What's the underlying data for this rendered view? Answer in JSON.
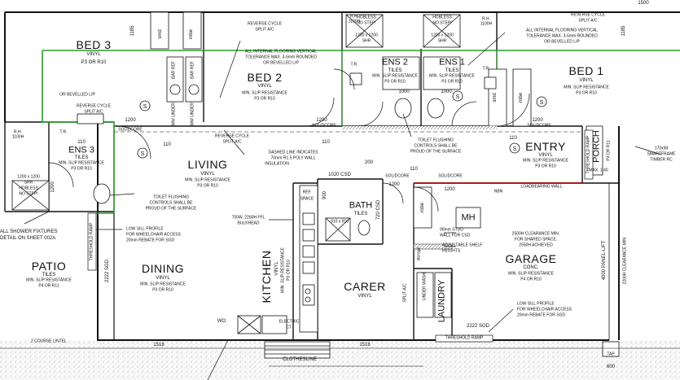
{
  "rooms": {
    "bed3": {
      "name": "BED 3",
      "floor": "VINYL",
      "spec": "P3 OR R10"
    },
    "bed2": {
      "name": "BED 2",
      "floor": "VINYL",
      "spec1": "MIN. SLIP RESISTANCE",
      "spec2": "P3 OR R10"
    },
    "bed1": {
      "name": "BED 1",
      "floor": "VINYL",
      "spec1": "MIN. SLIP RESISTANCE",
      "spec2": "P3 OR R10"
    },
    "ens2": {
      "name": "ENS 2",
      "floor": "TILES",
      "spec1": "MIN. SLIP RESISTANCE",
      "spec2": "P3 OR R10"
    },
    "ens1": {
      "name": "ENS 1",
      "floor": "TILES",
      "spec1": "MIN. SLIP RESISTANCE",
      "spec2": "P3 OR R10"
    },
    "ens3": {
      "name": "ENS 3",
      "floor": "TILES",
      "spec1": "MIN. SLIP RESISTANCE",
      "spec2": "P3 OR R10"
    },
    "living": {
      "name": "LIVING",
      "floor": "VINYL",
      "spec1": "MIN. SLIP RESISTANCE",
      "spec2": "P3 OR R10"
    },
    "entry": {
      "name": "ENTRY",
      "floor": "VINYL",
      "spec1": "MIN. SLIP RESISTANCE",
      "spec2": "P3 OR R10"
    },
    "porch": {
      "name": "PORCH",
      "spec": "P4 OR R11"
    },
    "bath": {
      "name": "BATH",
      "floor": "TILES"
    },
    "patio": {
      "name": "PATIO",
      "floor": "TILES",
      "spec1": "MIN. SLIP RESISTANCE",
      "spec2": "P4 OR R11"
    },
    "dining": {
      "name": "DINING",
      "floor": "VINYL",
      "spec1": "MIN. SLIP RESISTANCE",
      "spec2": "P3 OR R10"
    },
    "kitchen": {
      "name": "KITCHEN",
      "floor": "VINYL",
      "spec1": "MIN. SLIP RESISTANCE",
      "spec2": "P3 OR R10"
    },
    "carer": {
      "name": "CARER",
      "floor": "VINYL"
    },
    "laundry": {
      "name": "LAUNDRY"
    },
    "garage": {
      "name": "GARAGE",
      "floor": "CONC.",
      "spec1": "MIN. SLIP RESISTANCE",
      "spec2": "P4 OR R10"
    }
  },
  "notes": {
    "reverse_cycle": "REVERSE CYCLE",
    "split_ac": "SPLIT A/C",
    "flooring_tolerance_1": "ALL INTERNAL FLOORING VERTICAL",
    "flooring_tolerance_2": "TOLERANCE MAX. 3-5mm ROUNDED",
    "flooring_tolerance_3": "OR BEVELLED LIP",
    "or_bevelled_lip": "OR BEVELLED LIP",
    "hobless": "HOBLESS",
    "no_step": "NO STEP!",
    "shower_size": "1200 x 1200",
    "shr": "SHR",
    "rh": "R.H.",
    "rh_1100": "1100H",
    "tr": "T.R.",
    "dashed_line_1": "DASHED LINE INDICATES",
    "dashed_line_2": "70mm R1.5 POLY WALL",
    "dashed_line_3": "INSULATION",
    "toilet_flushing_1": "TOILET FLUSHING",
    "toilet_flushing_2": "CONTROLS SHALL BE",
    "toilet_flushing_3": "PROUD OF THE SURFACE",
    "shower_fixtures_1": "ALL SHOWER FIXTURES",
    "shower_fixtures_2": "DETAIL ON SHEET 002A",
    "low_sill_1": "LOW SILL PROFILE",
    "low_sill_2": "FOR WHEELCHAIR ACCESS",
    "low_sill_3": "20mm REBATE FOR SGD",
    "bulkhead_1": "700W, 2260H FFL",
    "bulkhead_2": "BULKHEAD",
    "clearance_1": "2500H CLEARANCE MIN.",
    "clearance_2": "FOR SHARED SPACE.",
    "clearance_3": "2550H ACHIEVED",
    "stud_wall_1": "90mm STUD",
    "stud_wall_2": "WALL FOR CSD",
    "shelf_1": "ADJUSTABLE SHELF",
    "shelf_2": "HEIGHTS",
    "loadbearing": "LOADBEARING WALL",
    "nbn": "NBN",
    "mh": "MH",
    "smartframe_1": "170x58",
    "smartframe_2": "SMARTFRAME",
    "smartframe_3": "TIMBER RC",
    "panel_lift": "4000 PANEL-LIFT",
    "clearance_2200": "2200H CLEARANCE MIN.",
    "threshold_ramp": "THRESHOLD RAMP",
    "course_lintel": "2 COURSE LINTEL",
    "clothesline": "CLOTHESLINE",
    "solidcore": "SOLIDCORE",
    "ref_space_1": "REF.",
    "ref_space_2": "SPACE",
    "wo": "WO",
    "electric_1": "ELECTRIC",
    "electric_2": "CT",
    "bath_size": "910 x 910",
    "robe": "robe",
    "smd": "smd",
    "bar_ref": "BAR REF",
    "mw_under": "MW UNDER",
    "split_ac_short": "SPLIT A/C",
    "under_wash": "UNDER WASH",
    "storage": "storage",
    "tap": "TAP",
    "max_ramp": "MAX. 1:40"
  },
  "dimensions": {
    "d1185_left": "1185",
    "d1185_right": "1185",
    "d1200_bed2": "1200",
    "d1200_bed2_right": "1200",
    "d1200_bed1": "1200",
    "d1000_a": "1000",
    "d1000_b": "1000",
    "d110_a": "110",
    "d110_b": "110",
    "d110_c": "110",
    "d110_d": "110",
    "d110_e": "110",
    "d1200_ens3": "1200",
    "d1020_csd": "1020 CSD",
    "d200": "200",
    "d1200_hall": "1200",
    "d1200_garage": "1200",
    "d720_csd": "720 CSD",
    "d900": "900",
    "d2222_sgd_left": "2222 SGD",
    "d2222_sgd_right": "2222 SGD",
    "d1518_left": "1518",
    "d1518_right": "1518",
    "d600": "600",
    "d1500": "1500"
  }
}
